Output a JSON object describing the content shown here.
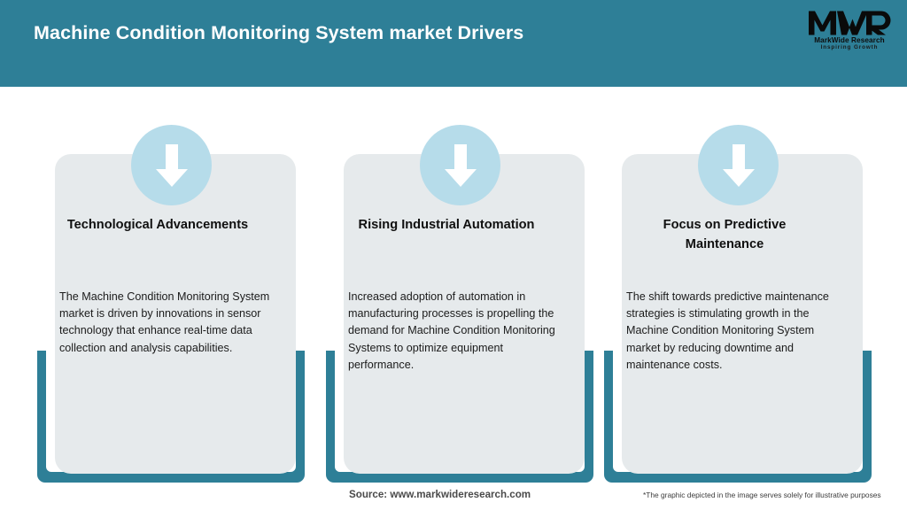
{
  "header": {
    "title": "Machine Condition Monitoring System market Drivers",
    "background_color": "#2e7f97",
    "title_color": "#ffffff"
  },
  "logo": {
    "mark": "MWR",
    "name": "MarkWide Research",
    "tagline": "Inspiring Growth"
  },
  "cards": [
    {
      "icon": "down-arrow-icon",
      "title": "Technological Advancements",
      "body": "The Machine Condition Monitoring System market is driven by innovations in sensor technology that enhance real-time data collection and analysis capabilities."
    },
    {
      "icon": "down-arrow-icon",
      "title": "Rising Industrial Automation",
      "body": "Increased adoption of automation in manufacturing processes is propelling the demand for Machine Condition Monitoring Systems to optimize equipment performance."
    },
    {
      "icon": "down-arrow-icon",
      "title": "Focus on Predictive Maintenance",
      "body": "The shift towards predictive maintenance strategies is stimulating growth in the Machine Condition Monitoring System market by reducing downtime and maintenance costs."
    }
  ],
  "footer": {
    "source": "Source: www.markwideresearch.com",
    "disclaimer": "*The graphic depicted in the image serves solely for illustrative purposes"
  },
  "colors": {
    "teal": "#2e7f97",
    "card_background": "#e6eaec",
    "circle": "#b6dcea",
    "page_background": "#ffffff"
  }
}
